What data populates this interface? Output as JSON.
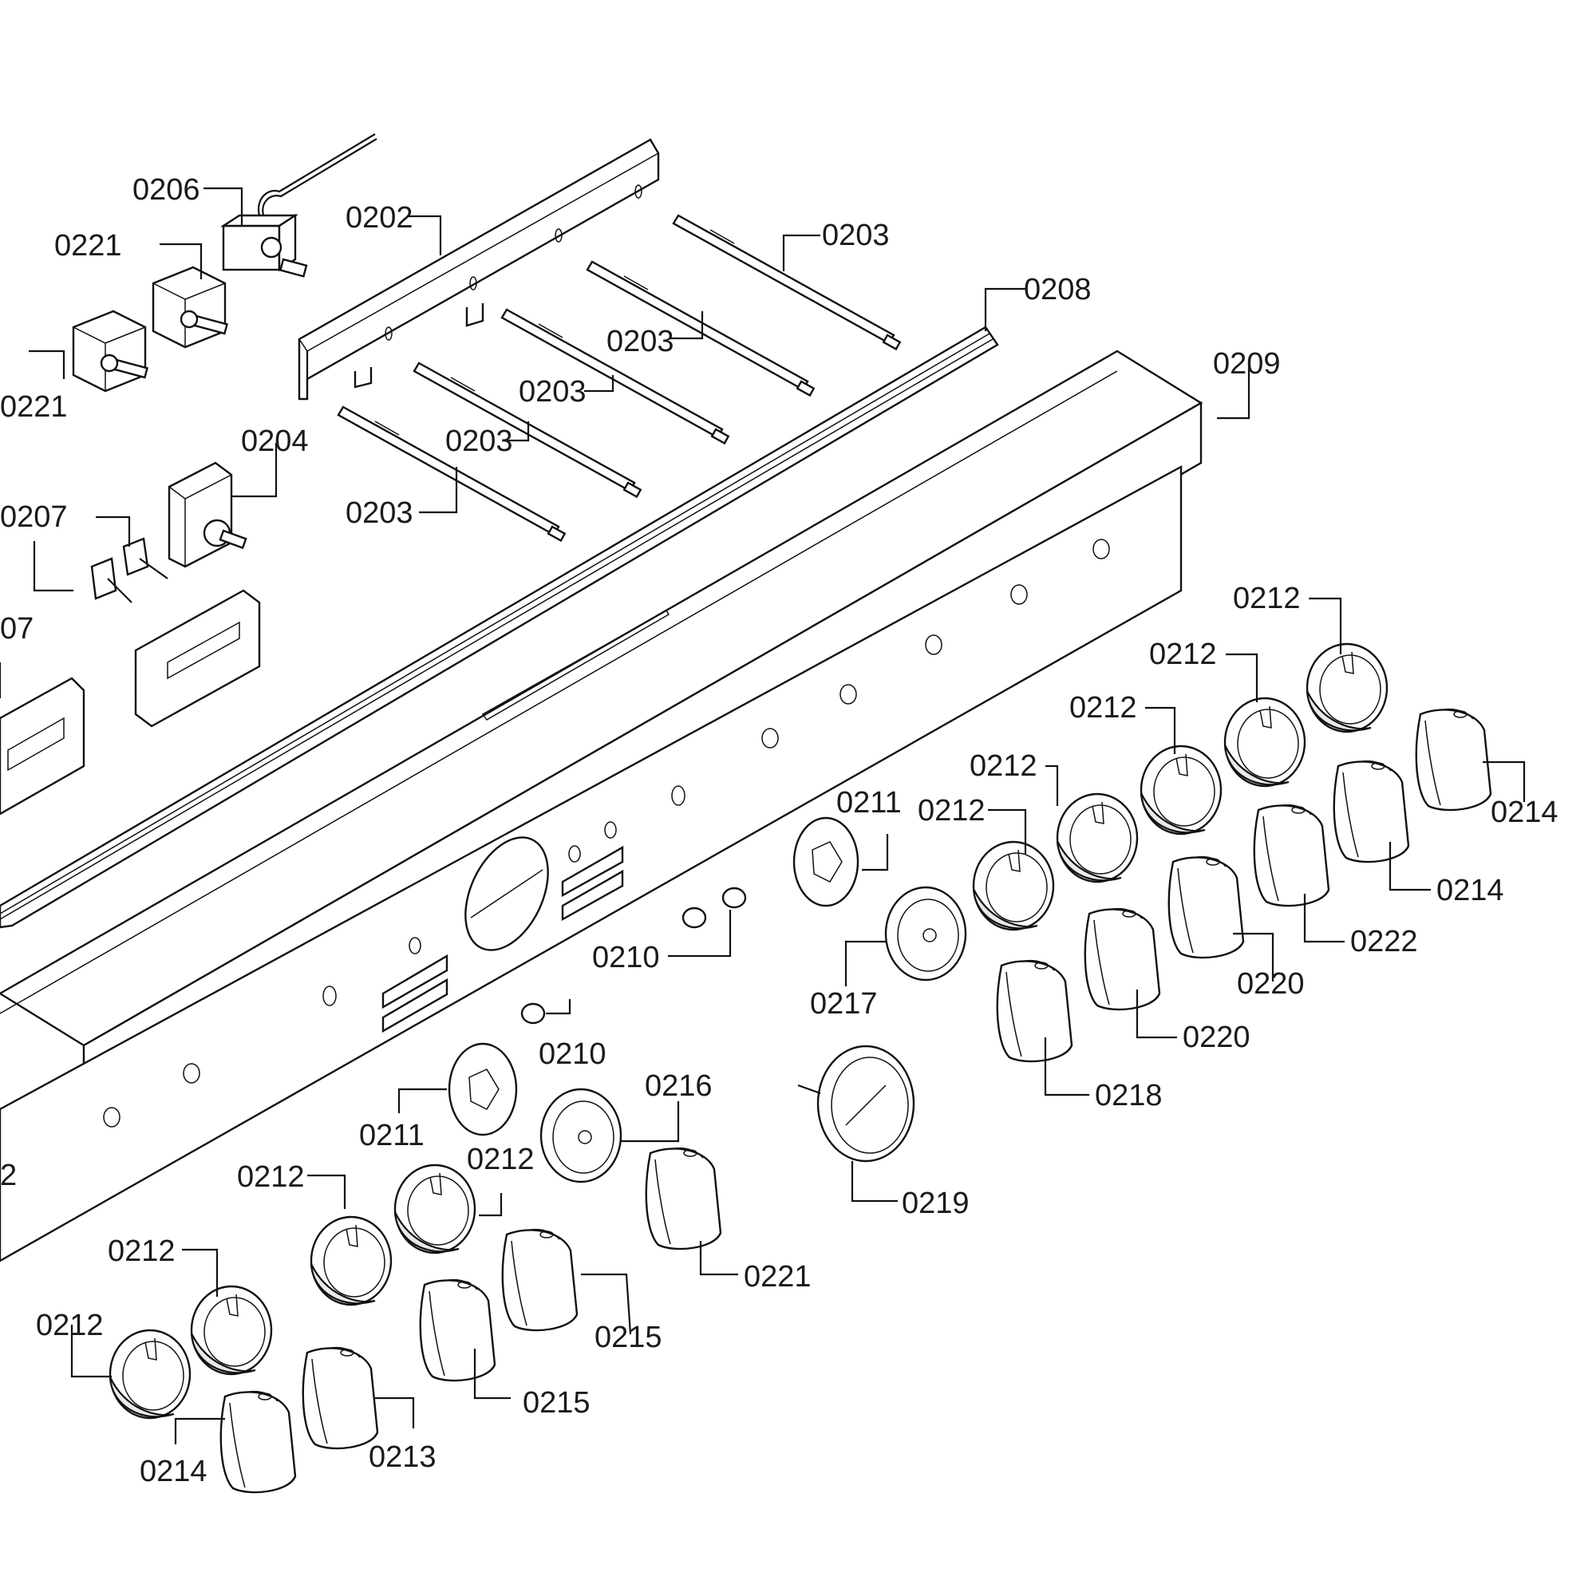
{
  "diagram": {
    "callouts": [
      {
        "id": "c0206",
        "text": "0206"
      },
      {
        "id": "c0221a",
        "text": "0221"
      },
      {
        "id": "c0221b",
        "text": "0221"
      },
      {
        "id": "c0202",
        "text": "0202"
      },
      {
        "id": "c0203a",
        "text": "0203"
      },
      {
        "id": "c0203b",
        "text": "0203"
      },
      {
        "id": "c0203c",
        "text": "0203"
      },
      {
        "id": "c0203d",
        "text": "0203"
      },
      {
        "id": "c0203e",
        "text": "0203"
      },
      {
        "id": "c0208",
        "text": "0208"
      },
      {
        "id": "c0209",
        "text": "0209"
      },
      {
        "id": "c0204",
        "text": "0204"
      },
      {
        "id": "c0207a",
        "text": "0207"
      },
      {
        "id": "c0207b",
        "text": "07"
      },
      {
        "id": "c0212a",
        "text": "0212"
      },
      {
        "id": "c0212b",
        "text": "0212"
      },
      {
        "id": "c0212c",
        "text": "0212"
      },
      {
        "id": "c0212d",
        "text": "0212"
      },
      {
        "id": "c0212e",
        "text": "0212"
      },
      {
        "id": "c0214a",
        "text": "0214"
      },
      {
        "id": "c0214b",
        "text": "0214"
      },
      {
        "id": "c0211a",
        "text": "0211"
      },
      {
        "id": "c0222",
        "text": "0222"
      },
      {
        "id": "c0220a",
        "text": "0220"
      },
      {
        "id": "c0220b",
        "text": "0220"
      },
      {
        "id": "c0210a",
        "text": "0210"
      },
      {
        "id": "c0210b",
        "text": "0210"
      },
      {
        "id": "c0217",
        "text": "0217"
      },
      {
        "id": "c0218",
        "text": "0218"
      },
      {
        "id": "c0216",
        "text": "0216"
      },
      {
        "id": "c0211b",
        "text": "0211"
      },
      {
        "id": "c0219",
        "text": "0219"
      },
      {
        "id": "c0212f",
        "text": "0212"
      },
      {
        "id": "c0212g",
        "text": "0212"
      },
      {
        "id": "c0212h",
        "text": "0212"
      },
      {
        "id": "c0212i",
        "text": "0212"
      },
      {
        "id": "c0221c",
        "text": "0221"
      },
      {
        "id": "c0215a",
        "text": "0215"
      },
      {
        "id": "c0215b",
        "text": "0215"
      },
      {
        "id": "c0213",
        "text": "0213"
      },
      {
        "id": "c0214c",
        "text": "0214"
      },
      {
        "id": "c2edge",
        "text": "2"
      }
    ]
  }
}
